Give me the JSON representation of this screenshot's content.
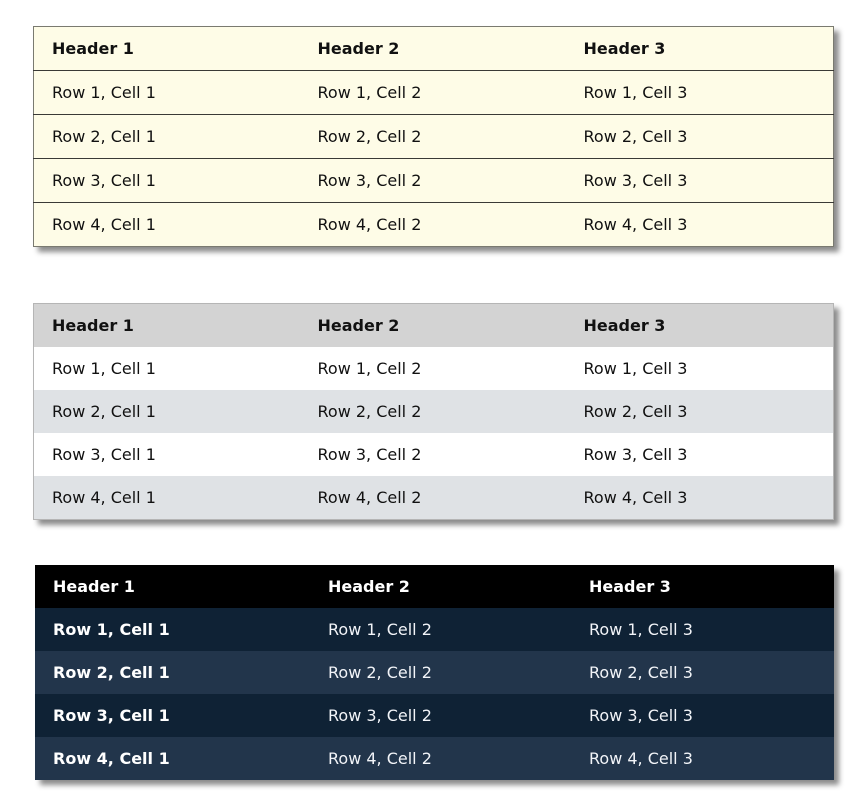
{
  "tables": [
    {
      "headers": [
        "Header 1",
        "Header 2",
        "Header 3"
      ],
      "rows": [
        [
          "Row 1, Cell 1",
          "Row 1, Cell 2",
          "Row 1, Cell 3"
        ],
        [
          "Row 2, Cell 1",
          "Row 2, Cell 2",
          "Row 2, Cell 3"
        ],
        [
          "Row 3, Cell 1",
          "Row 3, Cell 2",
          "Row 3, Cell 3"
        ],
        [
          "Row 4, Cell 1",
          "Row 4, Cell 2",
          "Row 4, Cell 3"
        ]
      ]
    },
    {
      "headers": [
        "Header 1",
        "Header 2",
        "Header 3"
      ],
      "rows": [
        [
          "Row 1, Cell 1",
          "Row 1, Cell 2",
          "Row 1, Cell 3"
        ],
        [
          "Row 2, Cell 1",
          "Row 2, Cell 2",
          "Row 2, Cell 3"
        ],
        [
          "Row 3, Cell 1",
          "Row 3, Cell 2",
          "Row 3, Cell 3"
        ],
        [
          "Row 4, Cell 1",
          "Row 4, Cell 2",
          "Row 4, Cell 3"
        ]
      ]
    },
    {
      "headers": [
        "Header 1",
        "Header 2",
        "Header 3"
      ],
      "rows": [
        [
          "Row 1, Cell 1",
          "Row 1, Cell 2",
          "Row 1, Cell 3"
        ],
        [
          "Row 2, Cell 1",
          "Row 2, Cell 2",
          "Row 2, Cell 3"
        ],
        [
          "Row 3, Cell 1",
          "Row 3, Cell 2",
          "Row 3, Cell 3"
        ],
        [
          "Row 4, Cell 1",
          "Row 4, Cell 2",
          "Row 4, Cell 3"
        ]
      ]
    }
  ],
  "colors": {
    "table1_background": "#fefce7",
    "table2_header": "#d3d3d3",
    "table2_stripe": "#dfe2e5",
    "table3_header": "#000000",
    "table3_row_dark": "#0f2235",
    "table3_row_light": "#22354b"
  }
}
